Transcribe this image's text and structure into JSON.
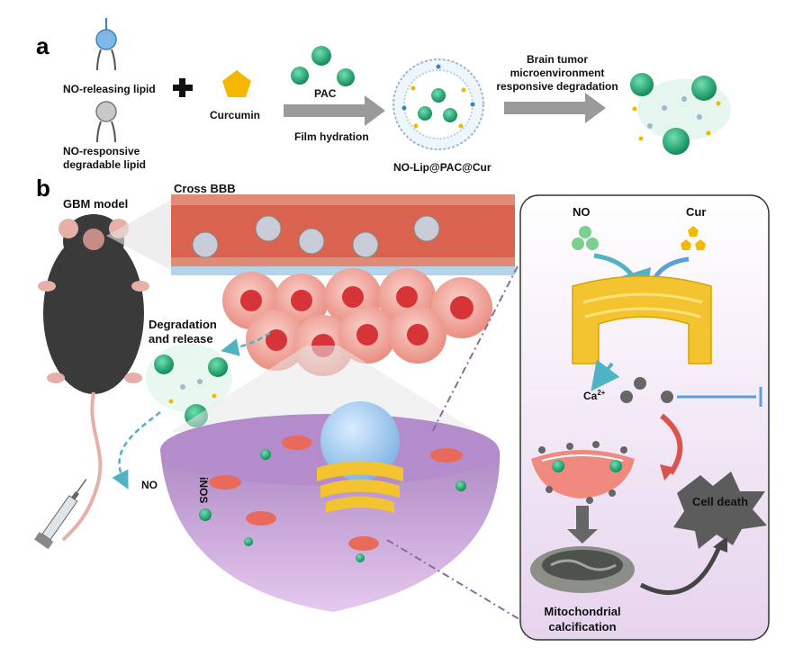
{
  "panel_a": {
    "letter": "a",
    "no_releasing_lipid": "NO-releasing lipid",
    "no_responsive_lipid_line1": "NO-responsive",
    "no_responsive_lipid_line2": "degradable lipid",
    "curcumin": "Curcumin",
    "pac": "PAC",
    "film_hydration": "Film hydration",
    "product": "NO-Lip@PAC@Cur",
    "degradation_line1": "Brain tumor",
    "degradation_line2": "microenvironment",
    "degradation_line3": "responsive degradation"
  },
  "panel_b": {
    "letter": "b",
    "gbm_model": "GBM model",
    "cross_bbb": "Cross BBB",
    "degradation_release_line1": "Degradation",
    "degradation_release_line2": "and release",
    "no_label": "NO",
    "inos_label": "iNOS",
    "mechanism": {
      "no": "NO",
      "cur": "Cur",
      "ca": "Ca",
      "ca_superscript": "2+",
      "cell_death": "Cell death",
      "calcification_line1": "Mitochondrial",
      "calcification_line2": "calcification"
    }
  },
  "colors": {
    "green_particle": "#2db37e",
    "curcumin_yellow": "#f5b800",
    "vessel_red": "#d9634f",
    "tumor_cell_pink": "#f0a9a0",
    "cell_purple": "#c7a6d6",
    "arrow_gray": "#8c8c8c",
    "arrow_blue": "#5aa0d8",
    "arrow_red": "#d9534f",
    "teal_dashed": "#4fb3c4"
  },
  "icons": [
    "lipid-icon",
    "pentagon-icon",
    "liposome-icon",
    "mouse-icon",
    "syringe-icon",
    "mitochondrion-icon",
    "golgi-icon",
    "starburst-icon"
  ]
}
